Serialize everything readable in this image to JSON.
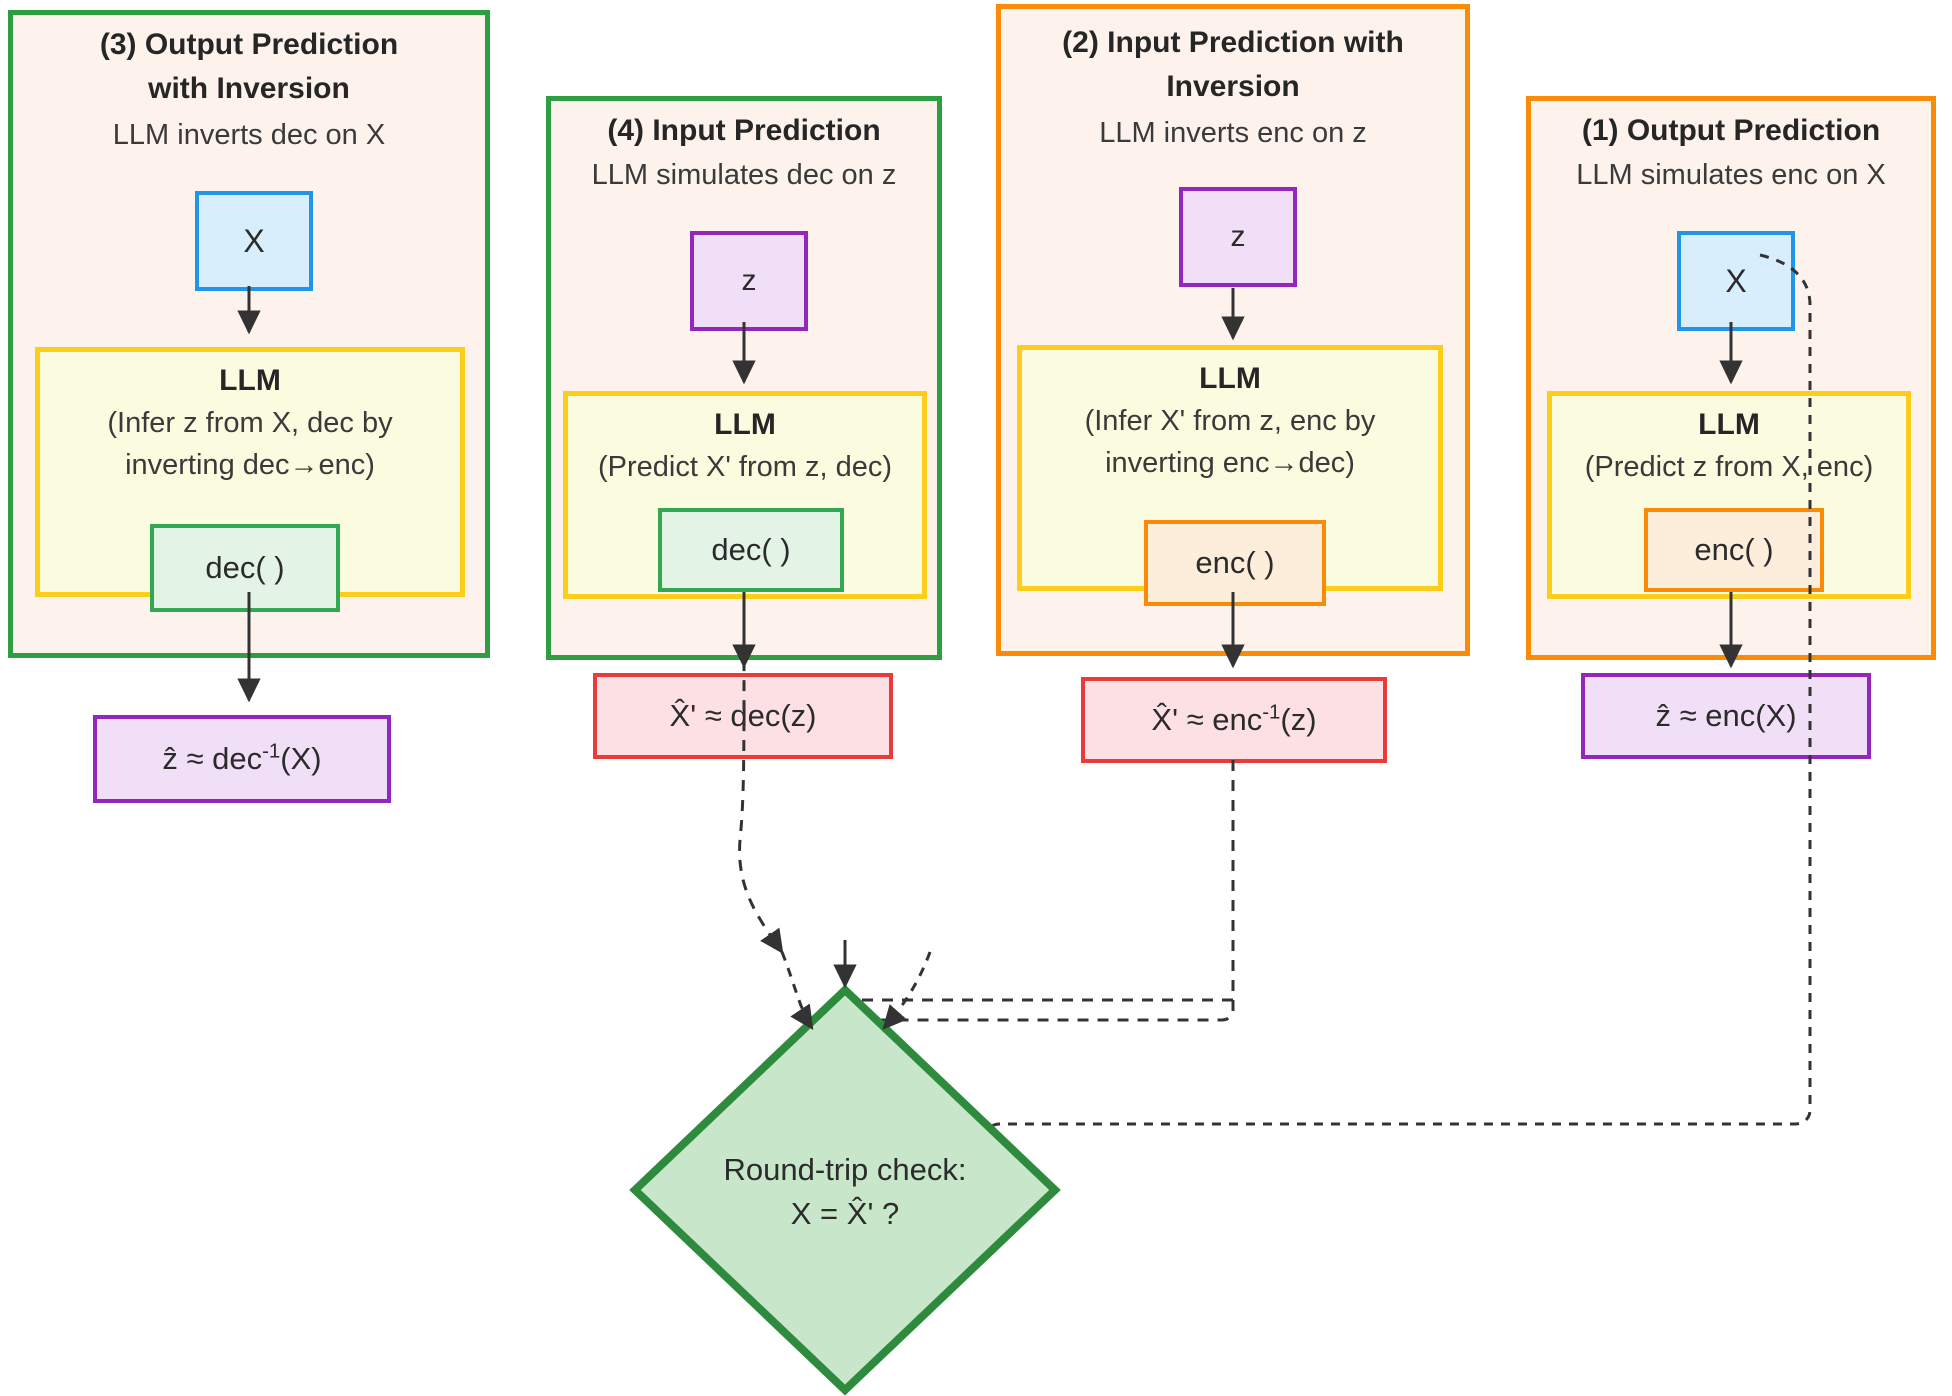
{
  "colors": {
    "panel_green": "#2e9e43",
    "panel_orange": "#f98b06",
    "panel_bg": "#fdf3ec",
    "llm_border": "#fccd1b",
    "llm_bg": "#fbfbe0",
    "x_border": "#2096e8",
    "x_bg": "#d9eefc",
    "z_border": "#9427bb",
    "z_bg": "#f0dff7",
    "dec_border": "#33a852",
    "dec_bg": "#e3f4e6",
    "enc_border": "#f98b06",
    "enc_bg": "#fdeedc",
    "out_red_border": "#ea3a3a",
    "out_red_bg": "#fde0e4",
    "diamond_border": "#2e8b3d",
    "diamond_bg": "#c8e6c9",
    "arrow": "#333333"
  },
  "panels": [
    {
      "id": "panel-3",
      "title": "(3) Output Prediction",
      "title_line2": "with Inversion",
      "subtitle": "LLM inverts dec on X",
      "border_color": "green",
      "input_node": {
        "label": "X",
        "kind": "x"
      },
      "llm": {
        "title": "LLM",
        "sub_line1": "(Infer z from X, dec by",
        "sub_line2": "inverting dec→enc)",
        "fn_label": "dec( )",
        "fn_kind": "dec"
      },
      "output_node": {
        "label_html": "ẑ ≈ dec<sup>-1</sup>(X)",
        "kind": "purple"
      }
    },
    {
      "id": "panel-4",
      "title": "(4) Input Prediction",
      "title_line2": "",
      "subtitle": "LLM simulates dec on z",
      "border_color": "green",
      "input_node": {
        "label": "z",
        "kind": "z"
      },
      "llm": {
        "title": "LLM",
        "sub_line1": "(Predict X' from z, dec)",
        "sub_line2": "",
        "fn_label": "dec( )",
        "fn_kind": "dec"
      },
      "output_node": {
        "label_html": "X̂' ≈ dec(z)",
        "kind": "red"
      }
    },
    {
      "id": "panel-2",
      "title": "(2) Input Prediction with",
      "title_line2": "Inversion",
      "subtitle": "LLM inverts enc on z",
      "border_color": "orange",
      "input_node": {
        "label": "z",
        "kind": "z"
      },
      "llm": {
        "title": "LLM",
        "sub_line1": "(Infer X' from z, enc by",
        "sub_line2": "inverting enc→dec)",
        "fn_label": "enc( )",
        "fn_kind": "enc"
      },
      "output_node": {
        "label_html": "X̂' ≈ enc<sup>-1</sup>(z)",
        "kind": "red"
      }
    },
    {
      "id": "panel-1",
      "title": "(1) Output Prediction",
      "title_line2": "",
      "subtitle": "LLM simulates enc on X",
      "border_color": "orange",
      "input_node": {
        "label": "X",
        "kind": "x"
      },
      "llm": {
        "title": "LLM",
        "sub_line1": "(Predict z from X, enc)",
        "sub_line2": "",
        "fn_label": "enc( )",
        "fn_kind": "enc"
      },
      "output_node": {
        "label_html": "ẑ ≈ enc(X)",
        "kind": "purple"
      }
    }
  ],
  "decision": {
    "line1": "Round-trip check:",
    "line2_html": "X = X̂' ?"
  }
}
